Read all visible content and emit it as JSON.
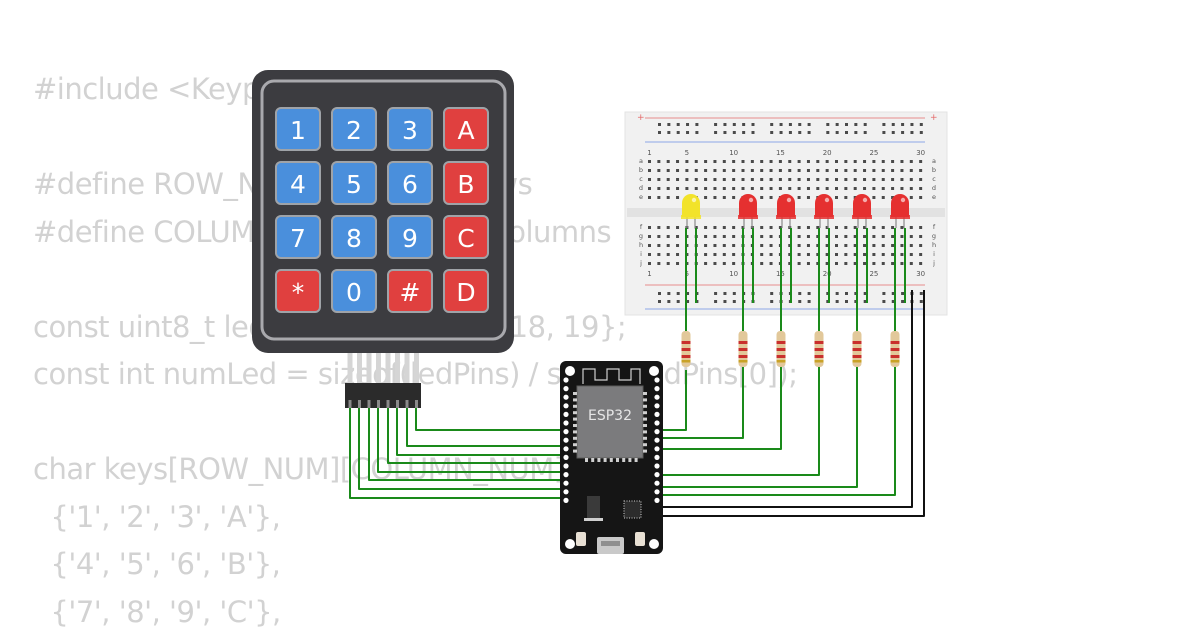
{
  "code_lines": [
    "#include <Keypad.h>",
    "",
    "#define ROW_NUM     4 // four rows",
    "#define COLUMN_NUM  4 // four columns",
    "",
    "const uint8_t ledPins[] = {2, 4, 5, 18, 19};",
    "const int numLed = sizeof(ledPins) / sizeof(ledPins[0]);",
    "",
    "char keys[ROW_NUM][COLUMN_NUM] = {",
    "  {'1', '2', '3', 'A'},",
    "  {'4', '5', '6', 'B'},",
    "  {'7', '8', '9', 'C'},"
  ],
  "keypad": {
    "keys": [
      {
        "label": "1",
        "kind": "num"
      },
      {
        "label": "2",
        "kind": "num"
      },
      {
        "label": "3",
        "kind": "num"
      },
      {
        "label": "A",
        "kind": "letter"
      },
      {
        "label": "4",
        "kind": "num"
      },
      {
        "label": "5",
        "kind": "num"
      },
      {
        "label": "6",
        "kind": "num"
      },
      {
        "label": "B",
        "kind": "letter"
      },
      {
        "label": "7",
        "kind": "num"
      },
      {
        "label": "8",
        "kind": "num"
      },
      {
        "label": "9",
        "kind": "num"
      },
      {
        "label": "C",
        "kind": "letter"
      },
      {
        "label": "*",
        "kind": "letter"
      },
      {
        "label": "0",
        "kind": "num"
      },
      {
        "label": "#",
        "kind": "letter"
      },
      {
        "label": "D",
        "kind": "letter"
      }
    ],
    "colors": {
      "num": "#4a8fdc",
      "letter": "#e0403f",
      "body": "#3c3c40"
    }
  },
  "board": {
    "chip_label": "ESP32"
  },
  "breadboard": {
    "col_numbers": [
      "1",
      "5",
      "10",
      "15",
      "20",
      "25",
      "30"
    ],
    "row_letters_top": [
      "a",
      "b",
      "c",
      "d",
      "e"
    ],
    "row_letters_bottom": [
      "f",
      "g",
      "h",
      "i",
      "j"
    ]
  },
  "leds": [
    {
      "color": "yellow"
    },
    {
      "color": "red"
    },
    {
      "color": "red"
    },
    {
      "color": "red"
    },
    {
      "color": "red"
    },
    {
      "color": "red"
    }
  ],
  "colors": {
    "wire_green": "#1a8a1a",
    "wire_black": "#111111",
    "led_red": "#e53030",
    "led_yellow": "#f2e32a",
    "code_text": "#d2d2d2"
  }
}
